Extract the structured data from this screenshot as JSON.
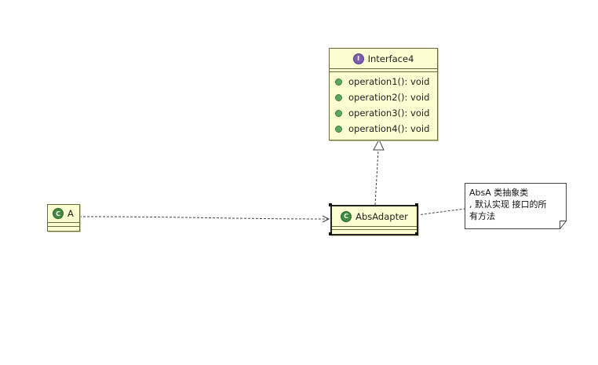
{
  "diagram": {
    "interface": {
      "name": "Interface4",
      "stereotype_icon": "interface-icon",
      "operations": [
        "operation1(): void",
        "operation2(): void",
        "operation3(): void",
        "operation4(): void"
      ]
    },
    "classes": [
      {
        "name": "A",
        "icon": "class-icon"
      },
      {
        "name": "AbsAdapter",
        "icon": "class-icon"
      }
    ],
    "note": {
      "lines": [
        "AbsA 类抽象类",
        ", 默认实现 接口的所",
        "有方法"
      ]
    },
    "relationships": [
      {
        "from": "A",
        "to": "AbsAdapter",
        "type": "dependency"
      },
      {
        "from": "AbsAdapter",
        "to": "Interface4",
        "type": "realization"
      },
      {
        "from": "AbsAdapter",
        "to": "note",
        "type": "note-link"
      }
    ],
    "colors": {
      "box_fill": "#fdfdd2",
      "interface_badge": "#7e5bb5",
      "class_badge": "#3f8a3f",
      "operation_dot": "#5aa85a"
    }
  }
}
